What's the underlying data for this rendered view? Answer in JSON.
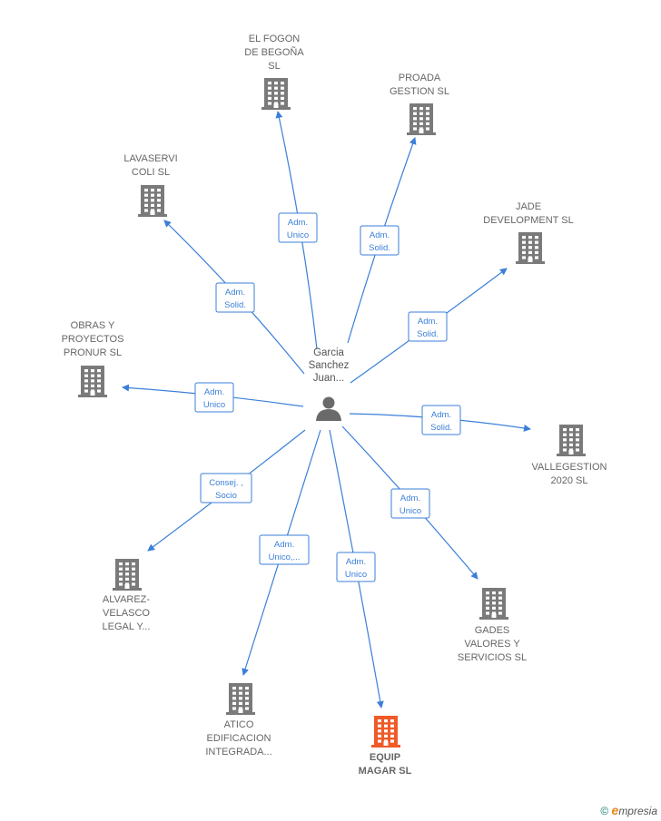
{
  "center": {
    "label_lines": [
      "Garcia",
      "Sanchez",
      "Juan..."
    ],
    "icon": "person-icon"
  },
  "colors": {
    "edge": "#3b7fd8",
    "building": "#7a7a7a",
    "highlight": "#f05a28",
    "person": "#6a6a6a"
  },
  "nodes": [
    {
      "id": "el-fogon",
      "label_lines": [
        "EL FOGON",
        "DE BEGOÑA",
        "SL"
      ],
      "edge_label": [
        "Adm.",
        "Unico"
      ],
      "highlight": false,
      "icon": "building-icon"
    },
    {
      "id": "proada",
      "label_lines": [
        "PROADA",
        "GESTION  SL"
      ],
      "edge_label": [
        "Adm.",
        "Solid."
      ],
      "highlight": false,
      "icon": "building-icon"
    },
    {
      "id": "lavaservi",
      "label_lines": [
        "LAVASERVI",
        "COLI  SL"
      ],
      "edge_label": [
        "Adm.",
        "Solid."
      ],
      "highlight": false,
      "icon": "building-icon"
    },
    {
      "id": "jade",
      "label_lines": [
        "JADE",
        "DEVELOPMENT SL"
      ],
      "edge_label": [
        "Adm.",
        "Solid."
      ],
      "highlight": false,
      "icon": "building-icon"
    },
    {
      "id": "obras",
      "label_lines": [
        "OBRAS Y",
        "PROYECTOS",
        "PRONUR SL"
      ],
      "edge_label": [
        "Adm.",
        "Unico"
      ],
      "highlight": false,
      "icon": "building-icon"
    },
    {
      "id": "vallegestion",
      "label_lines": [
        "VALLEGESTION",
        "2020  SL"
      ],
      "edge_label": [
        "Adm.",
        "Solid."
      ],
      "highlight": false,
      "icon": "building-icon"
    },
    {
      "id": "alvarez",
      "label_lines": [
        "ALVAREZ-",
        "VELASCO",
        "LEGAL Y..."
      ],
      "edge_label": [
        "Consej. ,",
        "Socio"
      ],
      "highlight": false,
      "icon": "building-icon"
    },
    {
      "id": "gades",
      "label_lines": [
        "GADES",
        "VALORES Y",
        "SERVICIOS  SL"
      ],
      "edge_label": [
        "Adm.",
        "Unico"
      ],
      "highlight": false,
      "icon": "building-icon"
    },
    {
      "id": "atico",
      "label_lines": [
        "ATICO",
        "EDIFICACION",
        "INTEGRADA..."
      ],
      "edge_label": [
        "Adm.",
        "Unico,..."
      ],
      "highlight": false,
      "icon": "building-icon"
    },
    {
      "id": "equip",
      "label_lines": [
        "EQUIP",
        "MAGAR  SL"
      ],
      "edge_label": [
        "Adm.",
        "Unico"
      ],
      "highlight": true,
      "icon": "building-icon"
    }
  ],
  "footer": {
    "copyright": "©",
    "brand_first": "e",
    "brand_rest": "mpresia"
  }
}
